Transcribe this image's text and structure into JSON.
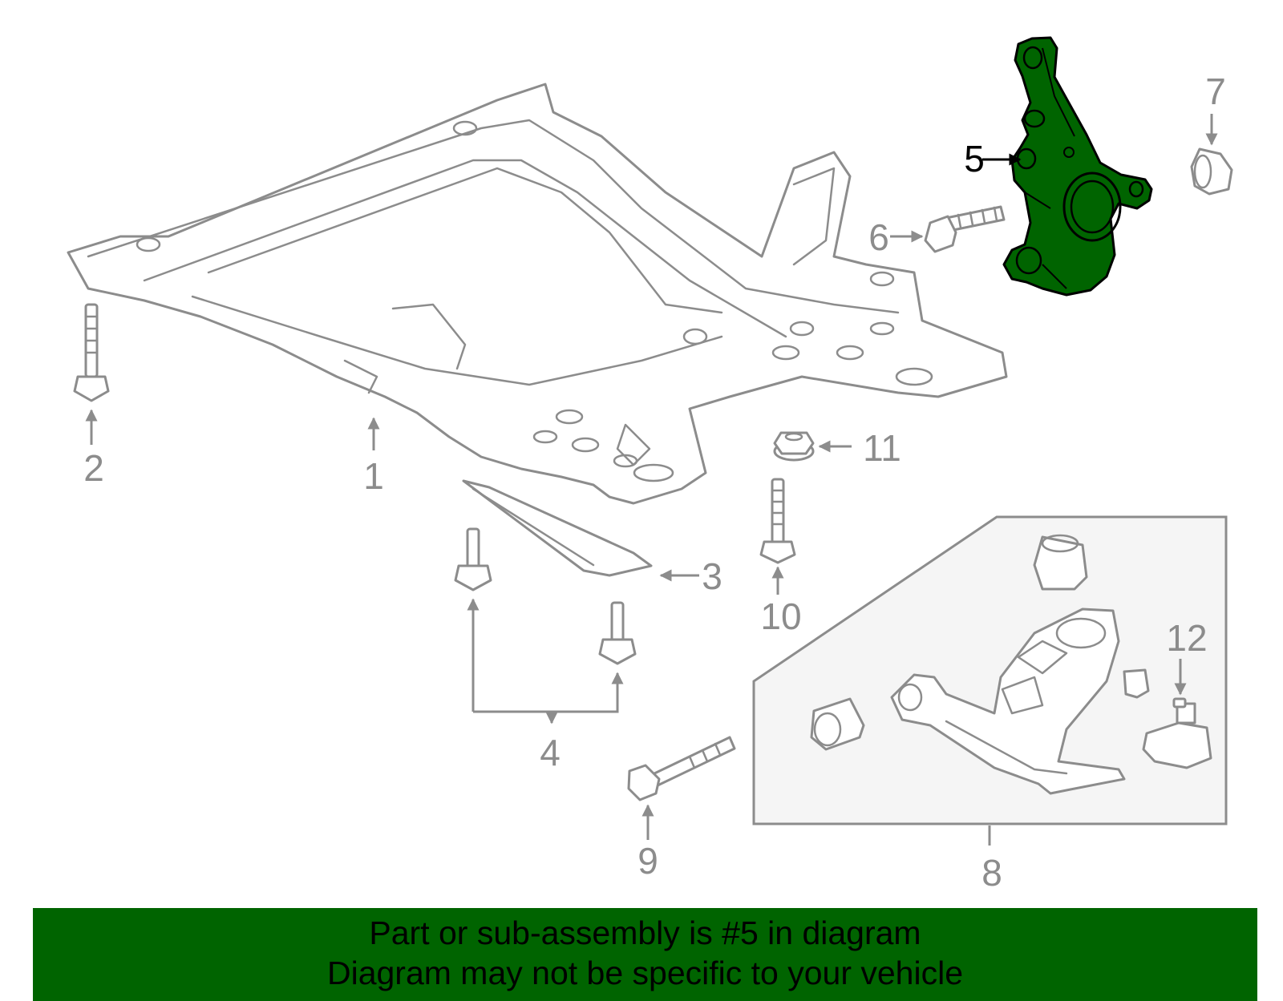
{
  "colors": {
    "highlight_part": "#006400",
    "line_art": "#8c8c8c",
    "active_callout": "#000000",
    "banner_background": "#006400",
    "banner_text": "#000000"
  },
  "highlighted_callout": "5",
  "callouts": {
    "c1": "1",
    "c2": "2",
    "c3": "3",
    "c4": "4",
    "c5": "5",
    "c6": "6",
    "c7": "7",
    "c8": "8",
    "c9": "9",
    "c10": "10",
    "c11": "11",
    "c12": "12"
  },
  "banner": {
    "line1": "Part or sub-assembly is #5 in diagram",
    "line2": "Diagram may not be specific to your vehicle"
  }
}
